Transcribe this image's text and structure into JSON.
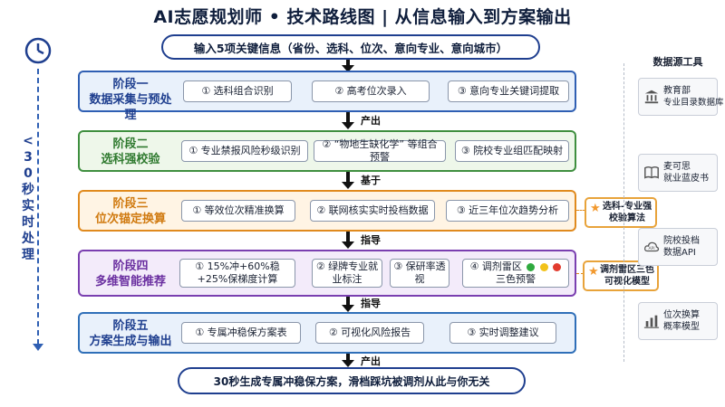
{
  "title": "AI志愿规划师 • 技术路线图 | 从信息输入到方案输出",
  "input_text": "输入5项关键信息（省份、选科、位次、意向专业、意向城市）",
  "output_text": "30秒生成专属冲稳保方案，滑档踩坑被调剂从此与你无关",
  "timeline_label": "< 30 秒 实 时 处 理",
  "connectors": [
    "产出",
    "基于",
    "指导",
    "指导",
    "产出"
  ],
  "stages": [
    {
      "num": "阶段一",
      "name": "数据采集与预处理",
      "color": "#2f5fb3",
      "bg": "#e9f1fb",
      "items": [
        "① 选科组合识别",
        "② 高考位次录入",
        "③ 意向专业关键词提取"
      ]
    },
    {
      "num": "阶段二",
      "name": "选科强校验",
      "color": "#3f8f3f",
      "bg": "#eef7ea",
      "items": [
        "① 专业禁报风险秒级识别",
        "② “物地生缺化学” 等组合预警",
        "③ 院校专业组匹配映射"
      ]
    },
    {
      "num": "阶段三",
      "name": "位次锚定换算",
      "color": "#e08a1e",
      "bg": "#fff4e4",
      "items": [
        "① 等效位次精准换算",
        "② 联网核实实时投档数据",
        "③ 近三年位次趋势分析"
      ]
    },
    {
      "num": "阶段四",
      "name": "多维智能推荐",
      "color": "#7a3fb0",
      "bg": "#f3ebfa",
      "items": [
        "① 15%冲+60%稳+25%保梯度计算",
        "② 绿牌专业就业标注",
        "③ 保研率透视",
        "④ 调剂雷区",
        "三色预警"
      ]
    },
    {
      "num": "阶段五",
      "name": "方案生成与输出",
      "color": "#2f6fb8",
      "bg": "#e9f1fb",
      "items": [
        "① 专属冲稳保方案表",
        "② 可视化风险报告",
        "③ 实时调整建议"
      ]
    }
  ],
  "badges": [
    {
      "text": "选科-专业强校验算法"
    },
    {
      "text": "调剂雷区三色可视化模型"
    }
  ],
  "side_title": "数据源工具",
  "side_cards": [
    {
      "icon": "bank-icon",
      "line1": "教育部",
      "line2": "专业目录数据库"
    },
    {
      "icon": "book-icon",
      "line1": "麦可思",
      "line2": "就业蓝皮书"
    },
    {
      "icon": "cloud-api-icon",
      "line1": "院校投档",
      "line2": "数据API"
    },
    {
      "icon": "bar-chart-icon",
      "line1": "位次换算",
      "line2": "概率模型"
    }
  ],
  "traffic_colors": [
    "#2faa3f",
    "#f2c21a",
    "#e23b2e"
  ]
}
